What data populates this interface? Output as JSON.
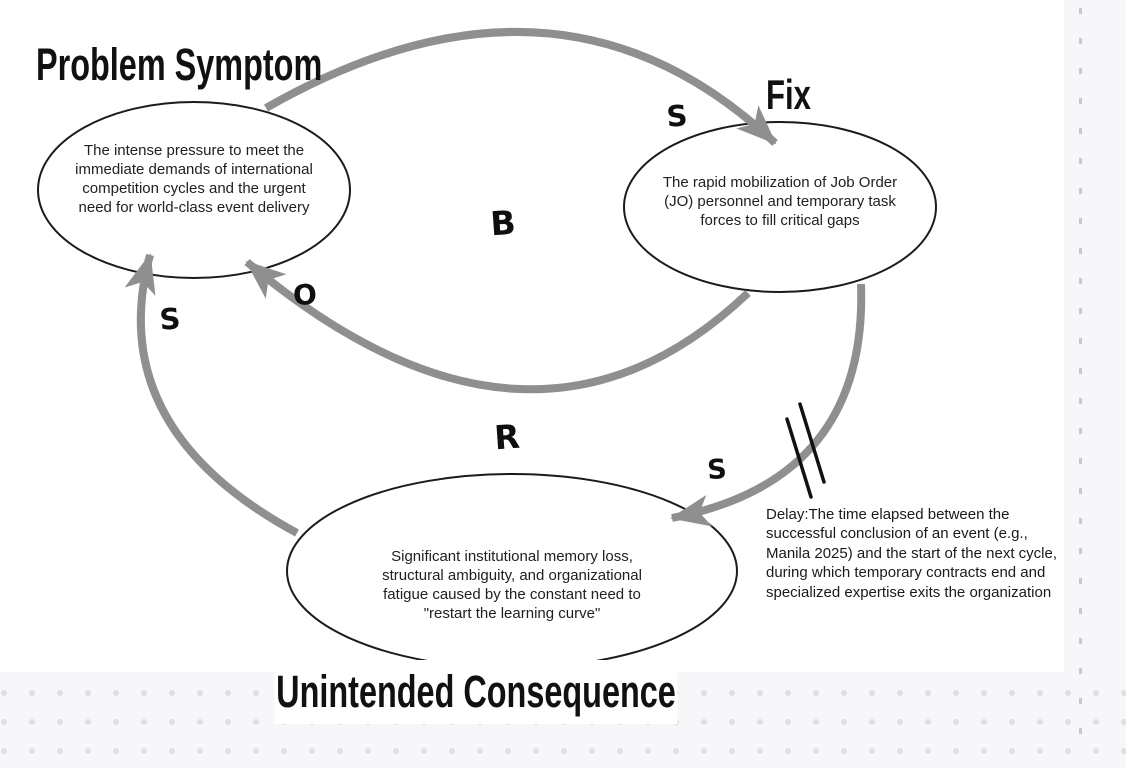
{
  "diagram": {
    "type": "causal-loop-diagram",
    "archetype": "Fixes that Fail"
  },
  "colors": {
    "arrow": "#8f8f8f",
    "node_stroke": "#1b1b1b",
    "heading_text": "#111111",
    "body_text": "#202020",
    "delay_mark": "#111111",
    "dot_grid": "#dfdfe6",
    "dash_guide": "#c9c9d6",
    "margin_background": "#f7f7f9"
  },
  "headings": {
    "problem_symptom": "Problem Symptom",
    "fix": "Fix",
    "unintended_consequence": "Unintended Consequence"
  },
  "loop_labels": {
    "balancing": "B",
    "reinforcing": "R"
  },
  "polarity_labels": {
    "problem_to_fix": "S",
    "fix_to_problem": "O",
    "consequence_to_problem": "S",
    "fix_to_consequence": "S"
  },
  "nodes": {
    "problem": {
      "lines": [
        "The intense pressure to meet the",
        "immediate demands of international",
        "competition cycles and the urgent",
        "need for world-class event delivery"
      ]
    },
    "fix": {
      "lines": [
        "The rapid mobilization of Job Order",
        "(JO) personnel and temporary task",
        "forces to fill critical gaps"
      ]
    },
    "consequence": {
      "lines": [
        "Significant institutional memory loss,",
        "structural ambiguity, and organizational",
        "fatigue caused by the constant need to",
        "\"restart the learning curve\""
      ]
    }
  },
  "delay_note": {
    "lines": [
      "Delay:The time elapsed between the",
      "successful conclusion of an event (e.g.,",
      "Manila 2025) and the start of the next cycle,",
      "during which temporary contracts end and",
      "specialized expertise exits the organization"
    ]
  }
}
